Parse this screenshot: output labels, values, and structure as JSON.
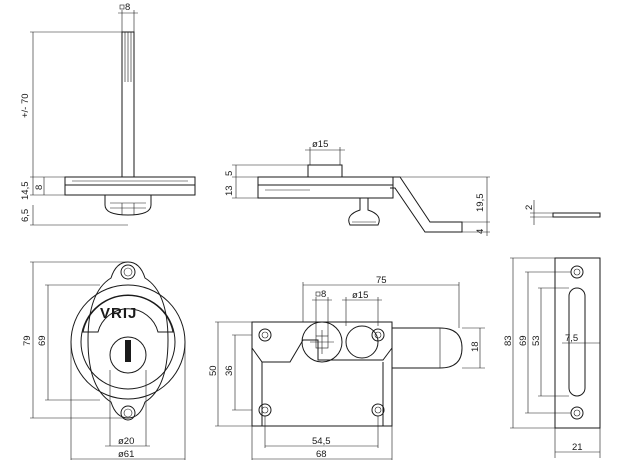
{
  "dimensions": {
    "top_left": {
      "width_sq": "8",
      "height": "+/- 70",
      "h1": "14,5",
      "h2": "8",
      "h3": "6,5"
    },
    "top_middle": {
      "diam": "ø15",
      "h1": "13",
      "h2": "5",
      "h3": "19,5",
      "h4": "4"
    },
    "top_right": {
      "thickness": "2"
    },
    "bottom_left": {
      "label": "VRIJ",
      "h_outer": "79",
      "h_inner": "69",
      "d1": "ø20",
      "d2": "ø61"
    },
    "bottom_middle": {
      "w_total": "75",
      "sq": "8",
      "diam": "ø15",
      "h_right": "18",
      "h1": "50",
      "h2": "36",
      "w1": "54,5",
      "w2": "68"
    },
    "bottom_right": {
      "h1": "83",
      "h2": "69",
      "h3": "53",
      "slot": "7,5",
      "w": "21"
    }
  }
}
